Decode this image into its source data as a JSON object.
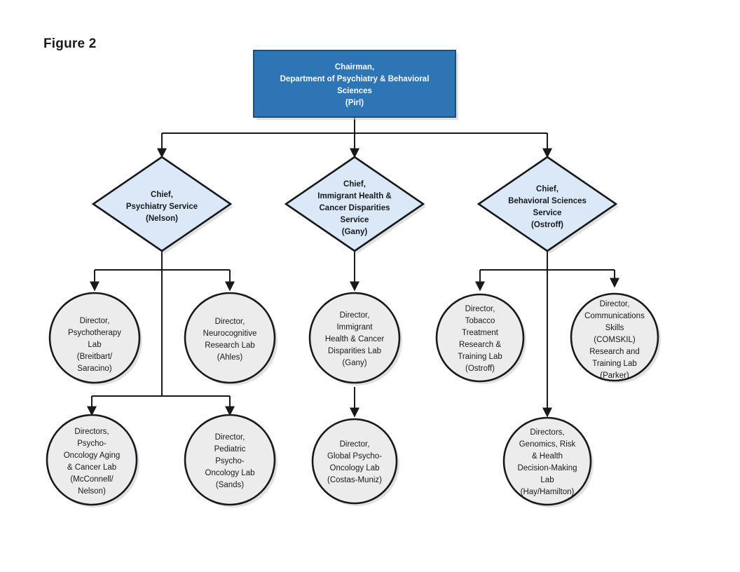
{
  "figure": {
    "label": "Figure 2"
  },
  "colors": {
    "box_fill": "#2e75b6",
    "box_stroke": "#1b4e79",
    "box_text": "#ffffff",
    "diamond_fill": "#dae8f7",
    "circle_fill": "#ececec",
    "shape_stroke": "#17191c",
    "connector": "#17191c",
    "page_background": "#ffffff"
  },
  "chart_data": {
    "type": "diagram",
    "subtype": "organizational-chart",
    "title": "Figure 2",
    "nodes": [
      {
        "id": "chairman",
        "shape": "rectangle",
        "level": 0,
        "lines": [
          "Chairman,",
          "Department of Psychiatry & Behavioral",
          "Sciences",
          "(Pirl)"
        ],
        "text": "Chairman, Department of Psychiatry & Behavioral Sciences (Pirl)",
        "lead": "Pirl"
      },
      {
        "id": "chief-psychiatry",
        "shape": "diamond",
        "level": 1,
        "lines": [
          "Chief,",
          "Psychiatry  Service",
          "(Nelson)"
        ],
        "text": "Chief, Psychiatry Service (Nelson)",
        "lead": "Nelson"
      },
      {
        "id": "chief-immigrant-health",
        "shape": "diamond",
        "level": 1,
        "lines": [
          "Chief,",
          "Immigrant Health &",
          "Cancer Disparities",
          "Service",
          "(Gany)"
        ],
        "text": "Chief, Immigrant Health & Cancer Disparities Service (Gany)",
        "lead": "Gany"
      },
      {
        "id": "chief-behavioral-sciences",
        "shape": "diamond",
        "level": 1,
        "lines": [
          "Chief,",
          "Behavioral  Sciences",
          "Service",
          "(Ostroff)"
        ],
        "text": "Chief, Behavioral Sciences Service (Ostroff)",
        "lead": "Ostroff"
      },
      {
        "id": "psychotherapy-lab",
        "shape": "circle",
        "level": 2,
        "lines": [
          "Director,",
          "Psychotherapy",
          "Lab",
          "(Breitbart/",
          "Saracino)"
        ],
        "text": "Director, Psychotherapy Lab (Breitbart/Saracino)",
        "lead": "Breitbart/Saracino"
      },
      {
        "id": "neurocognitive-research-lab",
        "shape": "circle",
        "level": 2,
        "lines": [
          "Director,",
          "Neurocognitive",
          "Research Lab",
          "(Ahles)"
        ],
        "text": "Director, Neurocognitive Research Lab (Ahles)",
        "lead": "Ahles"
      },
      {
        "id": "immigrant-health-cancer-disparities-lab",
        "shape": "circle",
        "level": 2,
        "lines": [
          "Director,",
          "Immigrant",
          "Health & Cancer",
          "Disparities Lab",
          "(Gany)"
        ],
        "text": "Director, Immigrant Health & Cancer Disparities Lab (Gany)",
        "lead": "Gany"
      },
      {
        "id": "tobacco-treatment-lab",
        "shape": "circle",
        "level": 2,
        "lines": [
          "Director,",
          "Tobacco",
          "Treatment",
          "Research &",
          "Training Lab",
          "(Ostroff)"
        ],
        "text": "Director, Tobacco Treatment Research & Training Lab (Ostroff)",
        "lead": "Ostroff"
      },
      {
        "id": "comskil-lab",
        "shape": "circle",
        "level": 2,
        "lines": [
          "Director,",
          "Communications",
          "Skills",
          "(COMSKIL)",
          "Research and",
          "Training Lab",
          "(Parker)"
        ],
        "text": "Director, Communications Skills (COMSKIL) Research and Training Lab (Parker)",
        "lead": "Parker"
      },
      {
        "id": "psycho-oncology-aging-cancer-lab",
        "shape": "circle",
        "level": 3,
        "lines": [
          "Directors,",
          "Psycho-",
          "Oncology Aging",
          "& Cancer Lab",
          "(McConnell/",
          "Nelson)"
        ],
        "text": "Directors, Psycho-Oncology Aging & Cancer Lab (McConnell/Nelson)",
        "lead": "McConnell/Nelson"
      },
      {
        "id": "pediatric-psycho-oncology-lab",
        "shape": "circle",
        "level": 3,
        "lines": [
          "Director,",
          "Pediatric",
          "Psycho-",
          "Oncology Lab",
          "(Sands)"
        ],
        "text": "Director, Pediatric Psycho-Oncology Lab (Sands)",
        "lead": "Sands"
      },
      {
        "id": "global-psycho-oncology-lab",
        "shape": "circle",
        "level": 3,
        "lines": [
          "Director,",
          "Global Psycho-",
          "Oncology Lab",
          "(Costas-Muniz)"
        ],
        "text": "Director, Global Psycho-Oncology Lab (Costas-Muniz)",
        "lead": "Costas-Muniz"
      },
      {
        "id": "genomics-risk-health-decision-lab",
        "shape": "circle",
        "level": 3,
        "lines": [
          "Directors,",
          "Genomics, Risk",
          "& Health",
          "Decision-Making",
          "Lab",
          "(Hay/Hamilton)"
        ],
        "text": "Directors, Genomics, Risk & Health Decision-Making Lab (Hay/Hamilton)",
        "lead": "Hay/Hamilton"
      }
    ],
    "edges": [
      {
        "from": "chairman",
        "to": "chief-psychiatry"
      },
      {
        "from": "chairman",
        "to": "chief-immigrant-health"
      },
      {
        "from": "chairman",
        "to": "chief-behavioral-sciences"
      },
      {
        "from": "chief-psychiatry",
        "to": "psychotherapy-lab"
      },
      {
        "from": "chief-psychiatry",
        "to": "neurocognitive-research-lab"
      },
      {
        "from": "chief-psychiatry",
        "to": "psycho-oncology-aging-cancer-lab"
      },
      {
        "from": "chief-psychiatry",
        "to": "pediatric-psycho-oncology-lab"
      },
      {
        "from": "chief-immigrant-health",
        "to": "immigrant-health-cancer-disparities-lab"
      },
      {
        "from": "immigrant-health-cancer-disparities-lab",
        "to": "global-psycho-oncology-lab"
      },
      {
        "from": "chief-behavioral-sciences",
        "to": "tobacco-treatment-lab"
      },
      {
        "from": "chief-behavioral-sciences",
        "to": "comskil-lab"
      },
      {
        "from": "chief-behavioral-sciences",
        "to": "genomics-risk-health-decision-lab"
      }
    ]
  }
}
